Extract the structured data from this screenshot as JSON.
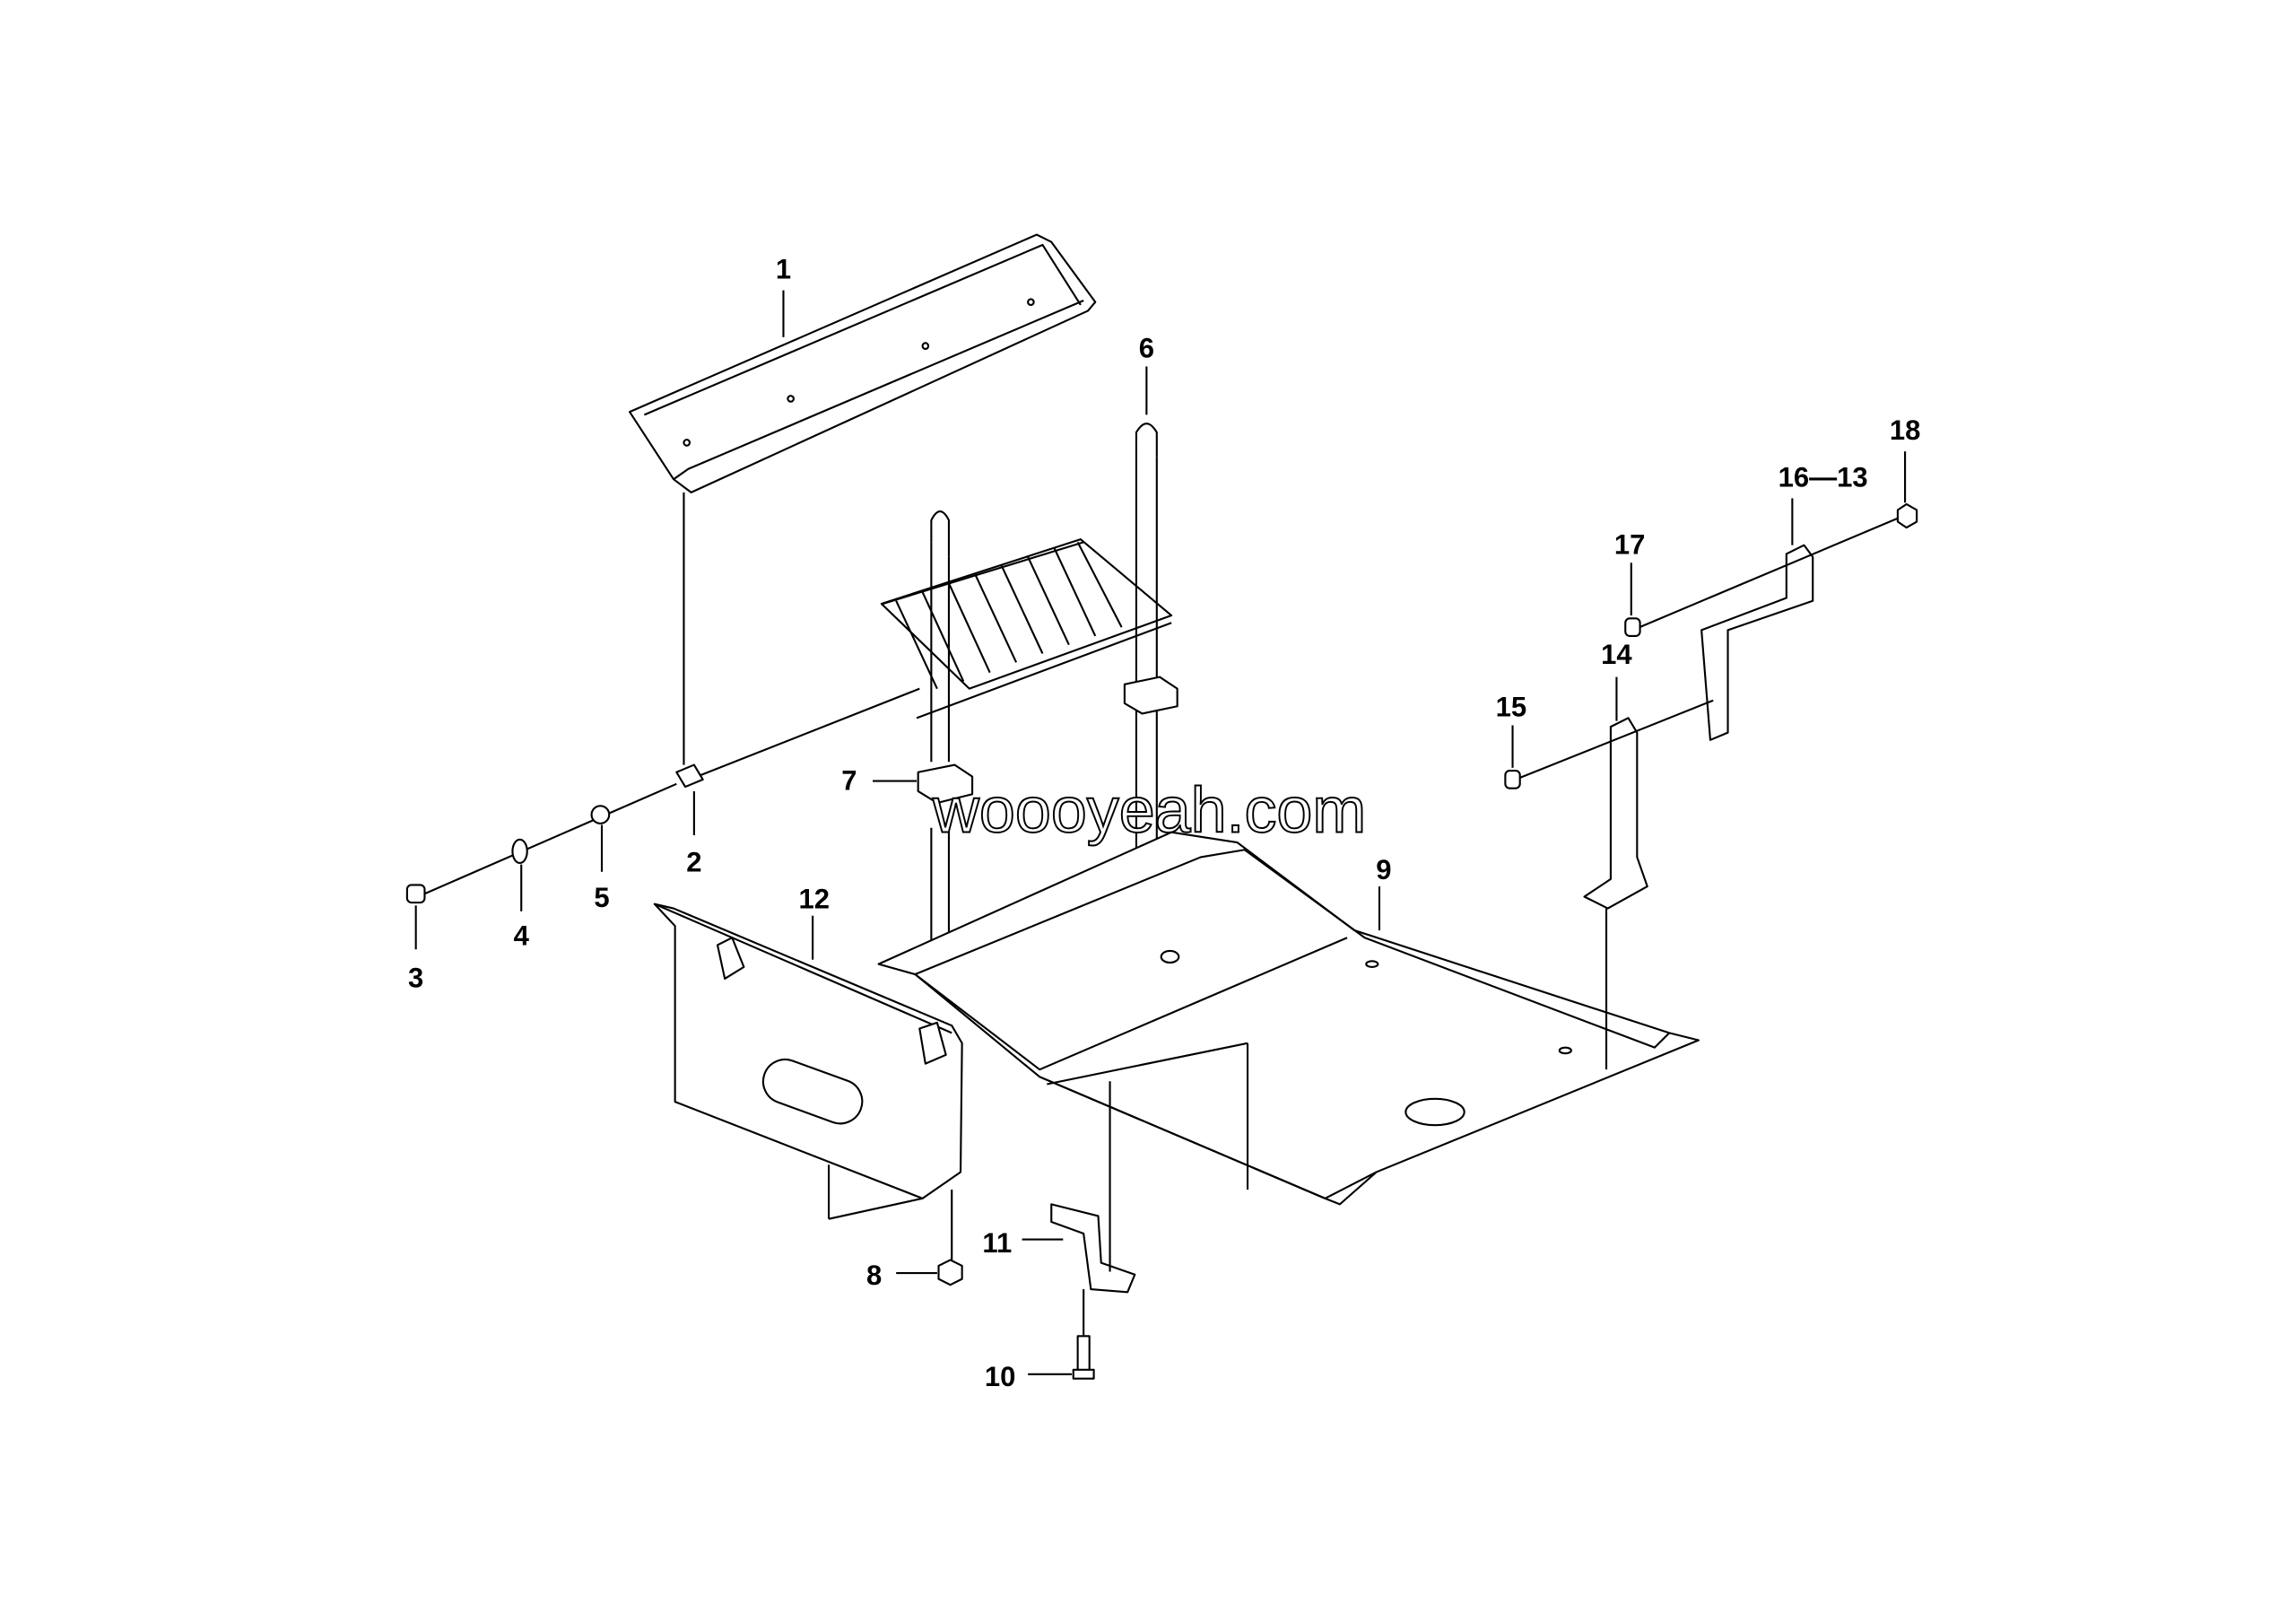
{
  "watermark": "woooyeah.com",
  "callouts": {
    "c1": "1",
    "c2": "2",
    "c3": "3",
    "c4": "4",
    "c5": "5",
    "c6": "6",
    "c7": "7",
    "c8": "8",
    "c9": "9",
    "c10": "10",
    "c11": "11",
    "c12": "12",
    "c14": "14",
    "c15": "15",
    "c16_13": "16—13",
    "c17": "17",
    "c18": "18"
  }
}
